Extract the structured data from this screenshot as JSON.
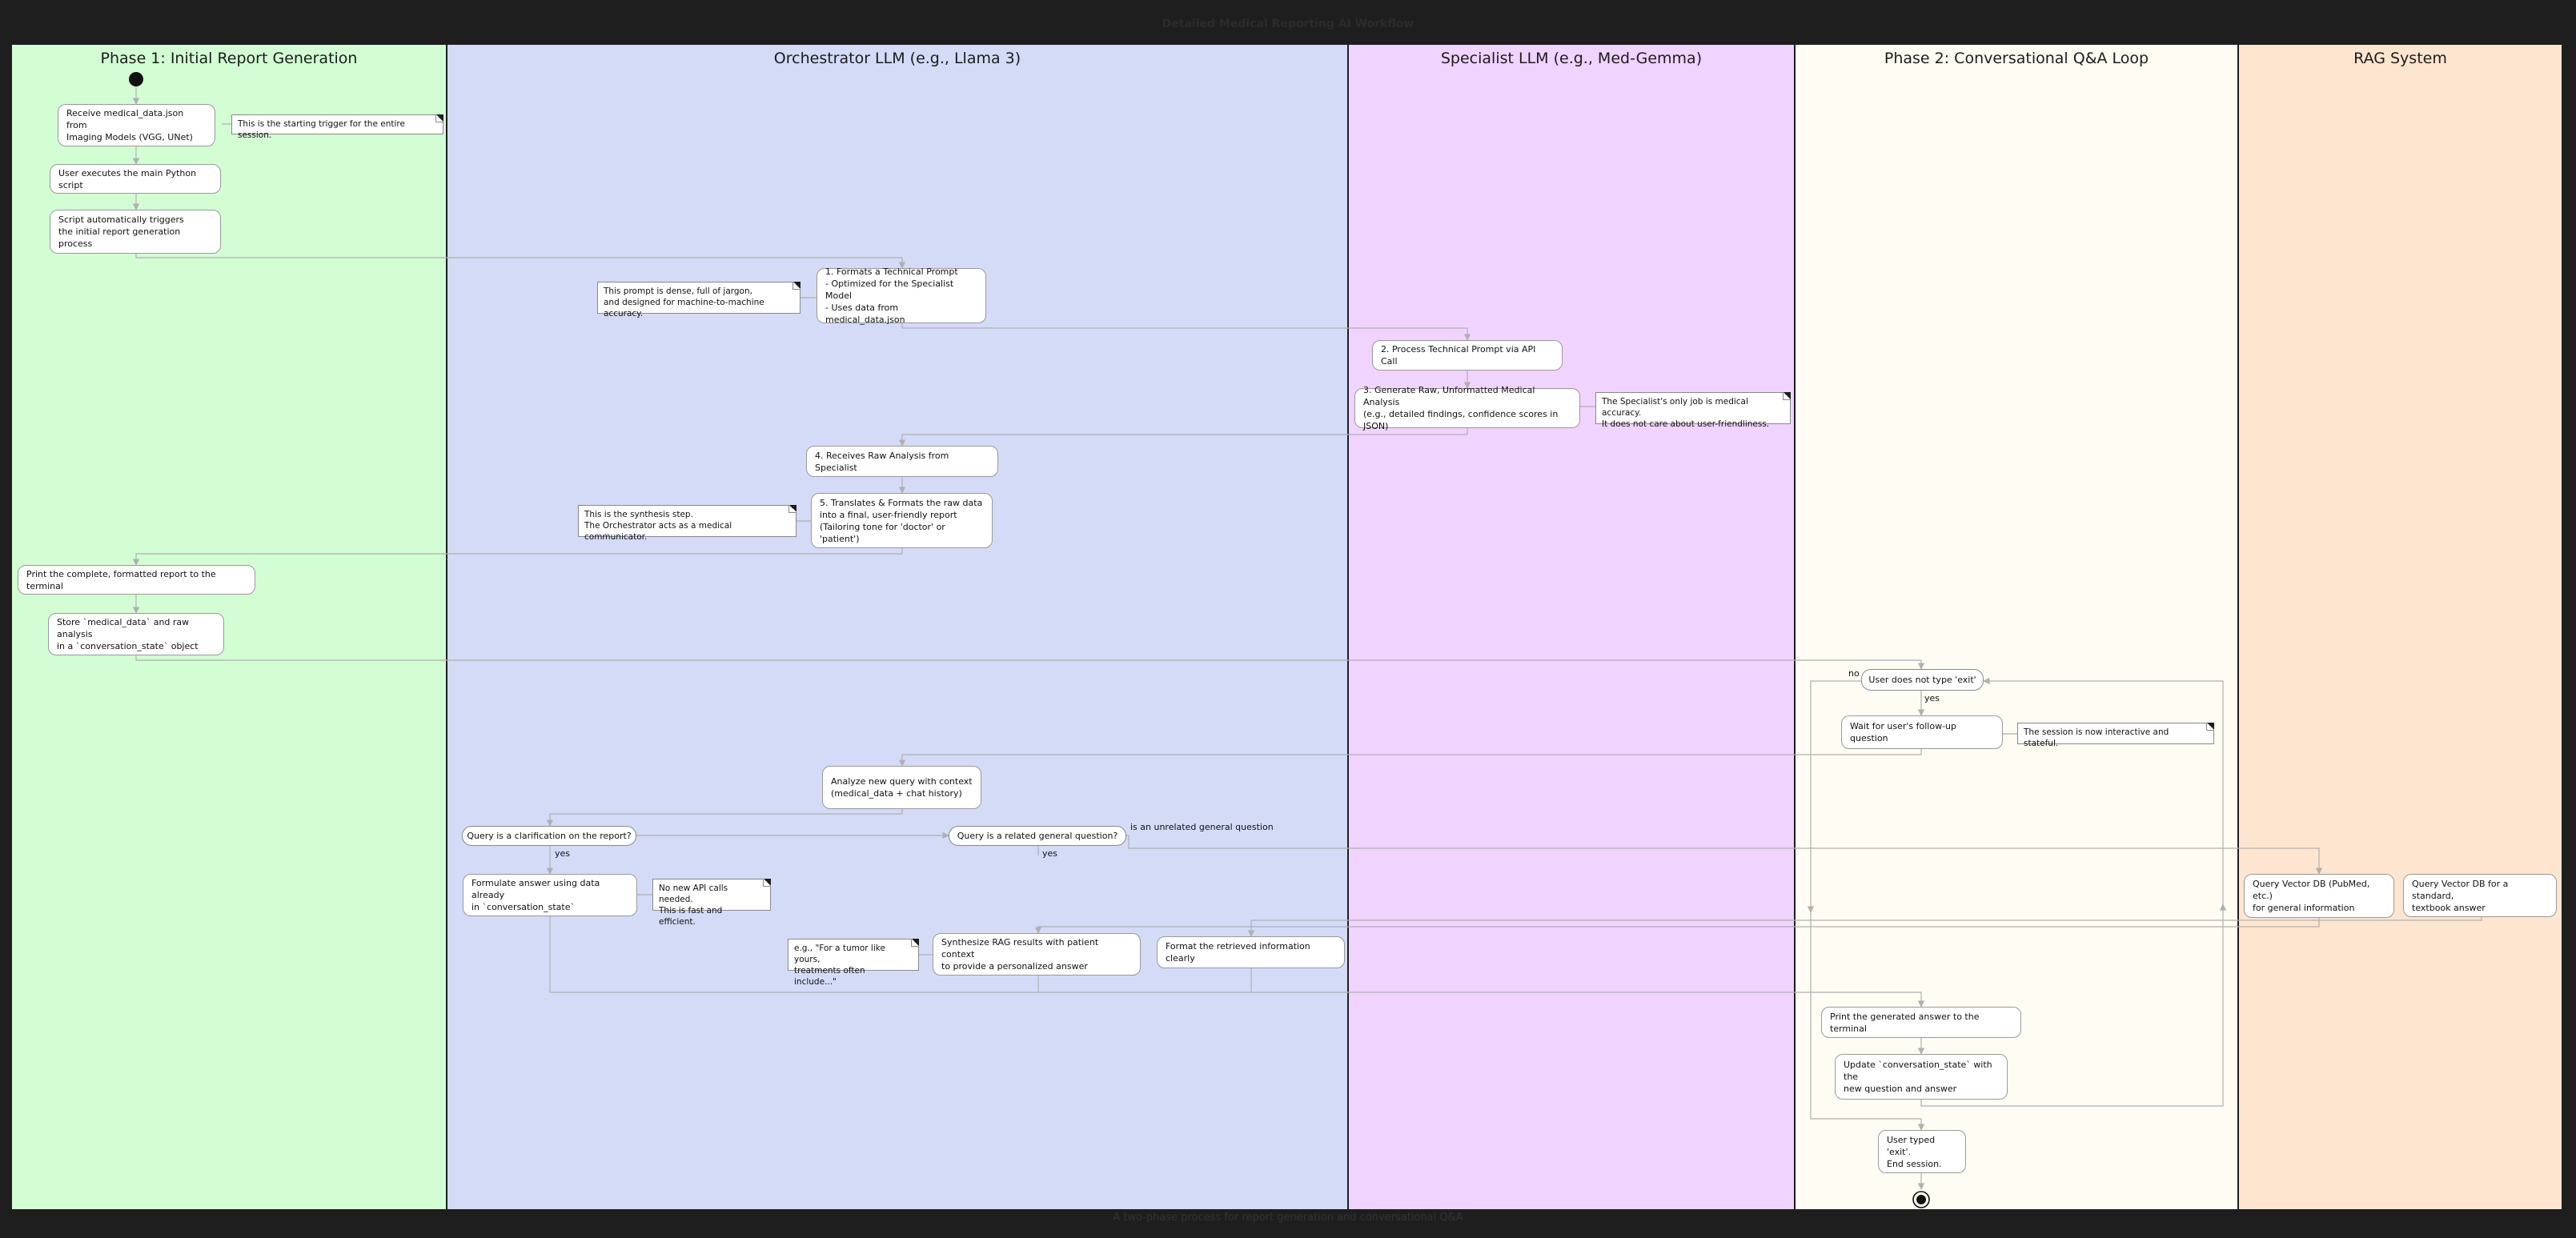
{
  "diagram": {
    "title": "Detailed Medical Reporting AI Workflow",
    "caption": "A two-phase process for report generation and conversational Q&A"
  },
  "colors": {
    "background": "#1e1e1e",
    "lane_phase1": "#d3fed3",
    "lane_orchestrator": "#d3dbf7",
    "lane_specialist": "#f0d3fe",
    "lane_phase2": "#fffcf3",
    "lane_rag": "#fee5d0",
    "connector": "#b0b0b0"
  },
  "lanes": [
    {
      "title": "Phase 1: Initial Report Generation"
    },
    {
      "title": "Orchestrator LLM (e.g., Llama 3)"
    },
    {
      "title": "Specialist LLM (e.g., Med-Gemma)"
    },
    {
      "title": "Phase 2: Conversational Q&A Loop"
    },
    {
      "title": "RAG System"
    }
  ],
  "phase1": {
    "receive_data": "Receive medical_data.json from\nImaging Models (VGG, UNet)",
    "trigger_note": "This is the starting trigger for the entire session.",
    "run_script": "User executes the main Python script",
    "auto_trigger": "Script automatically triggers\nthe initial report generation process",
    "print_report": "Print the complete, formatted report to the terminal",
    "store_state": "Store `medical_data` and raw analysis\nin a `conversation_state` object"
  },
  "orchestrator": {
    "formats_prompt": "1. Formats a Technical Prompt\n- Optimized for the Specialist Model\n- Uses data from medical_data.json",
    "prompt_note": "This prompt is dense, full of jargon,\nand designed for machine-to-machine accuracy.",
    "receives_raw": "4. Receives Raw Analysis from Specialist",
    "translates": "5. Translates & Formats the raw data\ninto a final, user-friendly report\n(Tailoring tone for 'doctor' or 'patient')",
    "synthesis_note": "This is the synthesis step.\nThe Orchestrator acts as a medical communicator.",
    "analyze_query": "Analyze new query with context\n(medical_data + chat history)",
    "q_clarification": "Query is a clarification on the report?",
    "yes_1": "yes",
    "formulate_answer": "Formulate answer using data already\nin `conversation_state`",
    "no_api_note": "No new API calls needed.\nThis is fast and efficient.",
    "q_related": "Query is a related general question?",
    "yes_2": "yes",
    "unrelated_label": "is an unrelated general question",
    "synthesize_rag": "Synthesize RAG results with patient context\nto provide a personalized answer",
    "tumor_note": "e.g., \"For a tumor like yours,\ntreatments often include...\"",
    "format_retrieved": "Format the retrieved information clearly"
  },
  "specialist": {
    "process_prompt": "2. Process Technical Prompt via API Call",
    "generate_raw": "3. Generate Raw, Unformatted Medical Analysis\n(e.g., detailed findings, confidence scores in JSON)",
    "specialist_note": "The Specialist's only job is medical accuracy.\nIt does not care about user-friendliness."
  },
  "phase2": {
    "loop_condition": "User does not type 'exit'",
    "no_label": "no",
    "yes_label": "yes",
    "wait_question": "Wait for user's follow-up question",
    "stateful_note": "The session is now interactive and stateful.",
    "print_answer": "Print the generated answer to the terminal",
    "update_state": "Update `conversation_state` with the\nnew question and answer",
    "end_session": "User typed 'exit'.\nEnd session."
  },
  "rag": {
    "query_pubmed": "Query Vector DB (PubMed, etc.)\nfor general information",
    "query_textbook": "Query Vector DB for a standard,\ntextbook answer"
  }
}
